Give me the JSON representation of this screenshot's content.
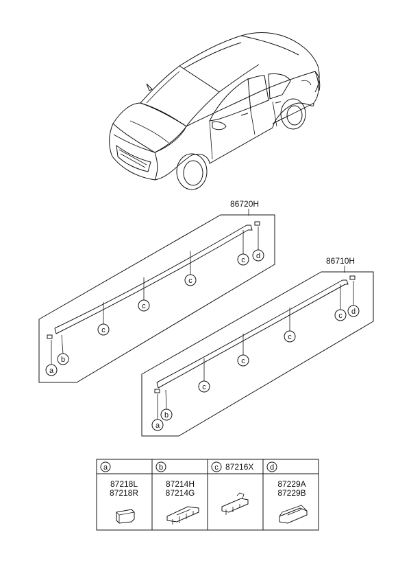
{
  "assemblies": [
    {
      "part_number": "86720H"
    },
    {
      "part_number": "86710H"
    }
  ],
  "callouts": {
    "a": "a",
    "b": "b",
    "c": "c",
    "d": "d"
  },
  "legend": {
    "columns": [
      {
        "key": "a",
        "header_number": "",
        "parts": [
          "87218L",
          "87218R"
        ]
      },
      {
        "key": "b",
        "header_number": "",
        "parts": [
          "87214H",
          "87214G"
        ]
      },
      {
        "key": "c",
        "header_number": "87216X",
        "parts": []
      },
      {
        "key": "d",
        "header_number": "",
        "parts": [
          "87229A",
          "87229B"
        ]
      }
    ]
  }
}
